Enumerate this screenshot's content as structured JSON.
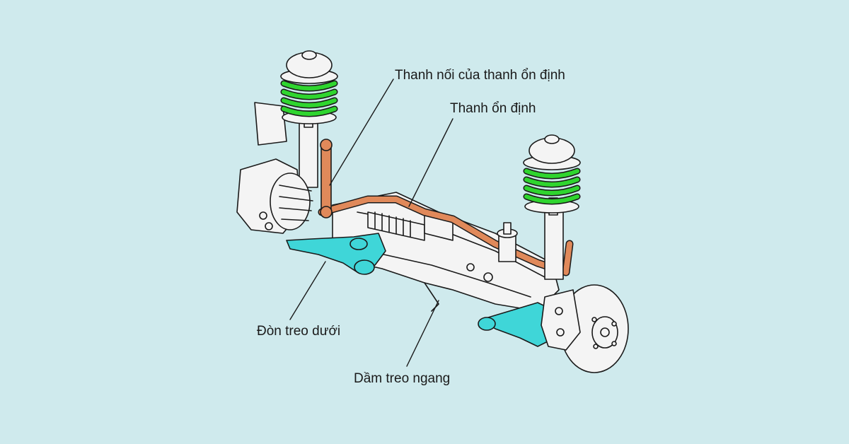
{
  "labels": {
    "stabilizer_link": "Thanh nối của thanh ổn định",
    "stabilizer_bar": "Thanh ổn định",
    "lower_control_arm": "Đòn treo dưới",
    "cross_member": "Dầm treo ngang"
  },
  "colors": {
    "background": "#cfeaed",
    "spring": "#2fd52f",
    "stabilizer": "#e0895a",
    "control_arm": "#3fd6d8",
    "outline": "#1a1a1a",
    "metal": "#f4f4f4"
  }
}
